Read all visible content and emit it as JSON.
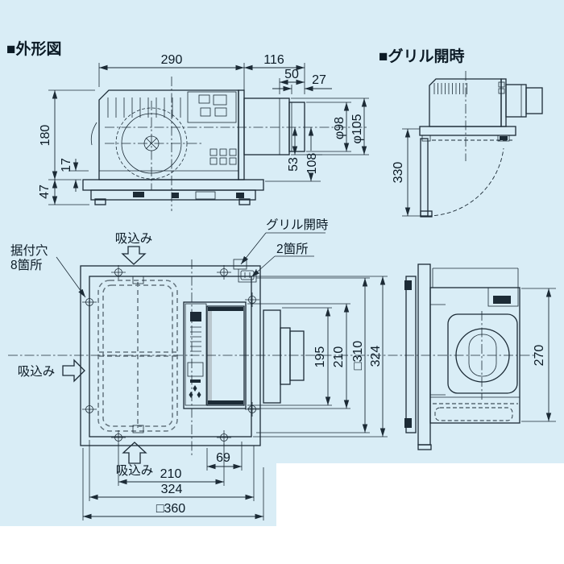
{
  "page": {
    "background_color": "#d9edf6",
    "paper_color": "#ffffff",
    "line_color": "#1c2b36"
  },
  "titles": {
    "main": "■外形図",
    "grille_open": "■グリル開時"
  },
  "side_view": {
    "w290": "290",
    "w116": "116",
    "w50": "50",
    "w27": "27",
    "h180": "180",
    "h17": "17",
    "h47": "47",
    "phi98": "φ98",
    "phi105": "φ105",
    "h53": "53",
    "h108": "108"
  },
  "grille_view": {
    "h330": "330"
  },
  "plan_view": {
    "suction": "吸込み",
    "mount_hole_line1": "据付穴",
    "mount_hole_line2": "8箇所",
    "grille_open_line1": "グリル開時",
    "grille_open_line2": "2箇所",
    "v195": "195",
    "v210": "210",
    "v310": "□310",
    "v324": "324",
    "h69": "69",
    "h210": "210",
    "h324": "324",
    "h360": "□360"
  },
  "right_view": {
    "h270": "270"
  }
}
